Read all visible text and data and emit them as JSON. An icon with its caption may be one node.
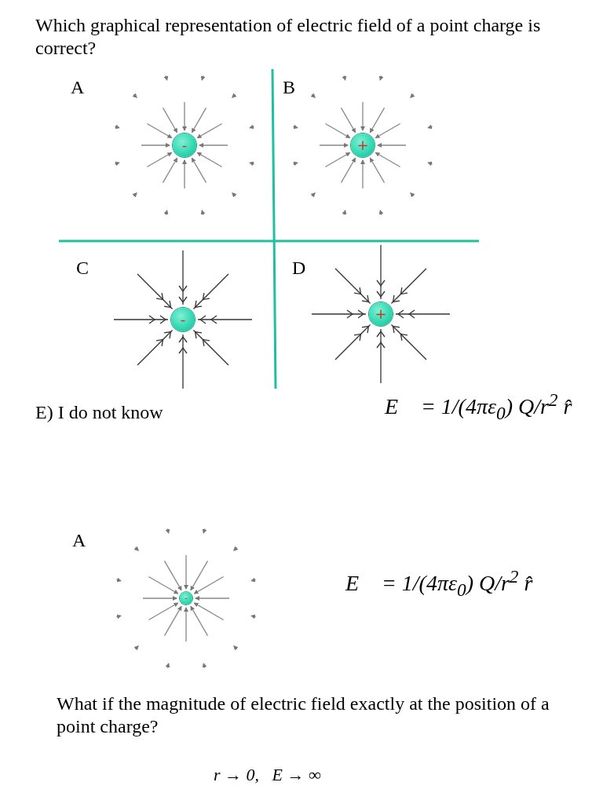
{
  "diagram": {
    "title": "Which graphical representation of electric field of a point charge is correct?",
    "nodes": [
      {
        "text": [
          "-"
        ]
      },
      {
        "text": [
          "+"
        ]
      },
      {
        "text": [
          "-"
        ]
      },
      {
        "text": [
          "+"
        ]
      },
      {
        "text": [
          "-"
        ]
      }
    ],
    "edges": [],
    "labels": [
      "A",
      "B",
      "C",
      "D",
      "E) I do not know",
      "E⃗ = 1/(4πε$_{0}$) Q/r$^{2}$ r̂",
      "A",
      "E⃗ = 1/(4πε$_{0}$) Q/r$^{2}$ r̂",
      "What if the magnitude of electric field exactly at the position of a point charge?",
      "r → 0,   E → ∞"
    ]
  }
}
